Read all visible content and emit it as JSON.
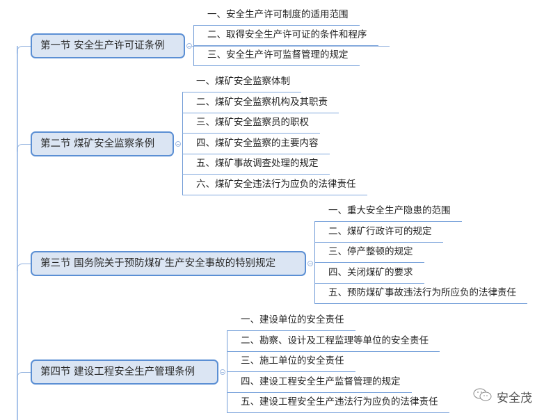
{
  "mindmap": {
    "sections": [
      {
        "label": "第一节 安全生产许可证条例",
        "items": [
          "一、安全生产许可制度的适用范围",
          "二、取得安全生产许可证的条件和程序",
          "三、安全生产许可监督管理的规定"
        ]
      },
      {
        "label": "第二节 煤矿安全监察条例",
        "items": [
          "一、煤矿安全监察体制",
          "二、煤矿安全监察机构及其职责",
          "三、煤矿安全监察员的职权",
          "四、煤矿安全监察的主要内容",
          "五、煤矿事故调查处理的规定",
          "六、煤矿安全违法行为应负的法律责任"
        ]
      },
      {
        "label": "第三节 国务院关于预防煤矿生产安全事故的特别规定",
        "items": [
          "一、重大安全生产隐患的范围",
          "二、煤矿行政许可的规定",
          "三、停产整顿的规定",
          "四、关闭煤矿的要求",
          "五、预防煤矿事故违法行为所应负的法律责任"
        ]
      },
      {
        "label": "第四节 建设工程安全生产管理条例",
        "items": [
          "一、建设单位的安全责任",
          "二、勘察、设计及工程监理等单位的安全责任",
          "三、施工单位的安全责任",
          "四、建设工程安全生产监督管理的规定",
          "五、建设工程安全生产违法行为应负的法律责任"
        ]
      }
    ]
  },
  "watermark": {
    "icon": "wechat-icon",
    "text": "安全茂"
  },
  "colors": {
    "node_fill": "#dbe5f3",
    "node_border": "#5b8fd4",
    "line": "#8fb0de"
  }
}
